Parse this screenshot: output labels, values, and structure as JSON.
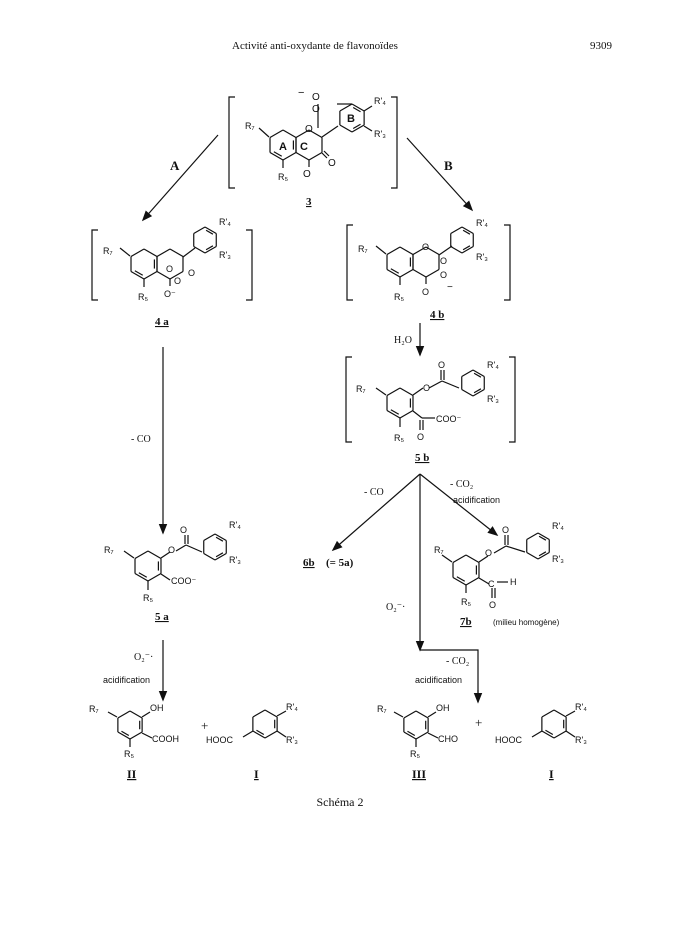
{
  "header": {
    "running_title": "Activité anti-oxydante de flavonoïdes",
    "page_number": "9309"
  },
  "scheme": {
    "caption": "Schéma 2",
    "path_labels": {
      "a": "A",
      "b": "B"
    },
    "compounds": {
      "c3": "3",
      "c4a": "4 a",
      "c4b": "4 b",
      "c5b": "5 b",
      "c5a": "5 a",
      "c6b": "6b",
      "c6b_equiv": "(= 5a)",
      "c7b": "7b",
      "c7b_note": "(milieu homogène)",
      "cII": "II",
      "cI_left": "I",
      "cIII": "III",
      "cI_right": "I"
    },
    "arrow_labels": {
      "h2o": "H₂O",
      "minus_co_left": "- CO",
      "minus_co_mid": "- CO",
      "minus_co2_top": "- CO₂",
      "acidification_top": "acidification",
      "o2_left": "O₂⁻·",
      "acidification_left": "acidification",
      "o2_mid": "O₂⁻·",
      "minus_co2_mid": "- CO₂",
      "acidification_mid": "acidification",
      "plus": "+"
    },
    "ring_labels": {
      "ring_a": "A",
      "ring_b": "B",
      "ring_c": "C"
    },
    "atoms": {
      "r7": "R₇",
      "r5": "R₅",
      "r3p": "R'₃",
      "r4p": "R'₄",
      "o": "O",
      "o_minus": "O⁻",
      "minus": "−",
      "coo_minus": "COO⁻",
      "cooh": "COOH",
      "hooc": "HOOC",
      "oh": "OH",
      "cho": "CHO",
      "c": "C",
      "h": "H"
    }
  }
}
